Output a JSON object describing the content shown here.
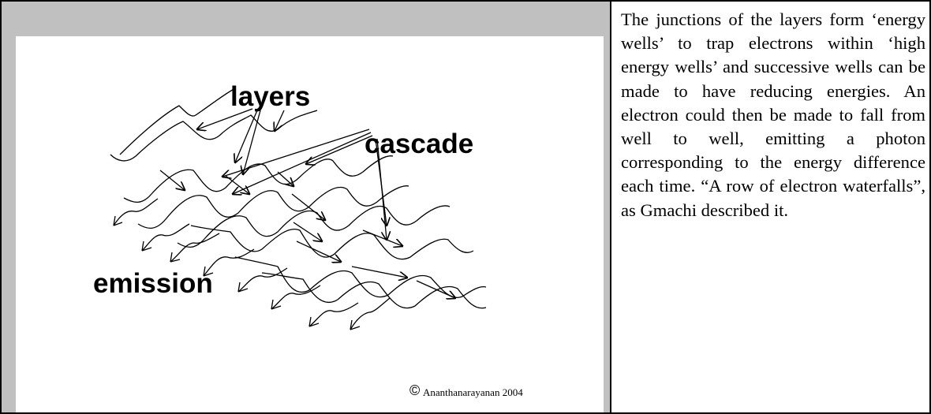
{
  "figure": {
    "labels": {
      "layers": "layers",
      "cascade": "cascade",
      "emission": "emission"
    },
    "credit": {
      "symbol": "©",
      "text": "Ananthanarayanan 2004"
    }
  },
  "caption": {
    "text": "The junctions of the layers form ‘energy wells’ to trap electrons within ‘high energy wells’ and successive wells can be made to have reducing energies. An electron could then be made to fall from well to well, emitting a photon corresponding to the energy difference each time. “A row of electron waterfalls”, as Gmachi described it."
  }
}
